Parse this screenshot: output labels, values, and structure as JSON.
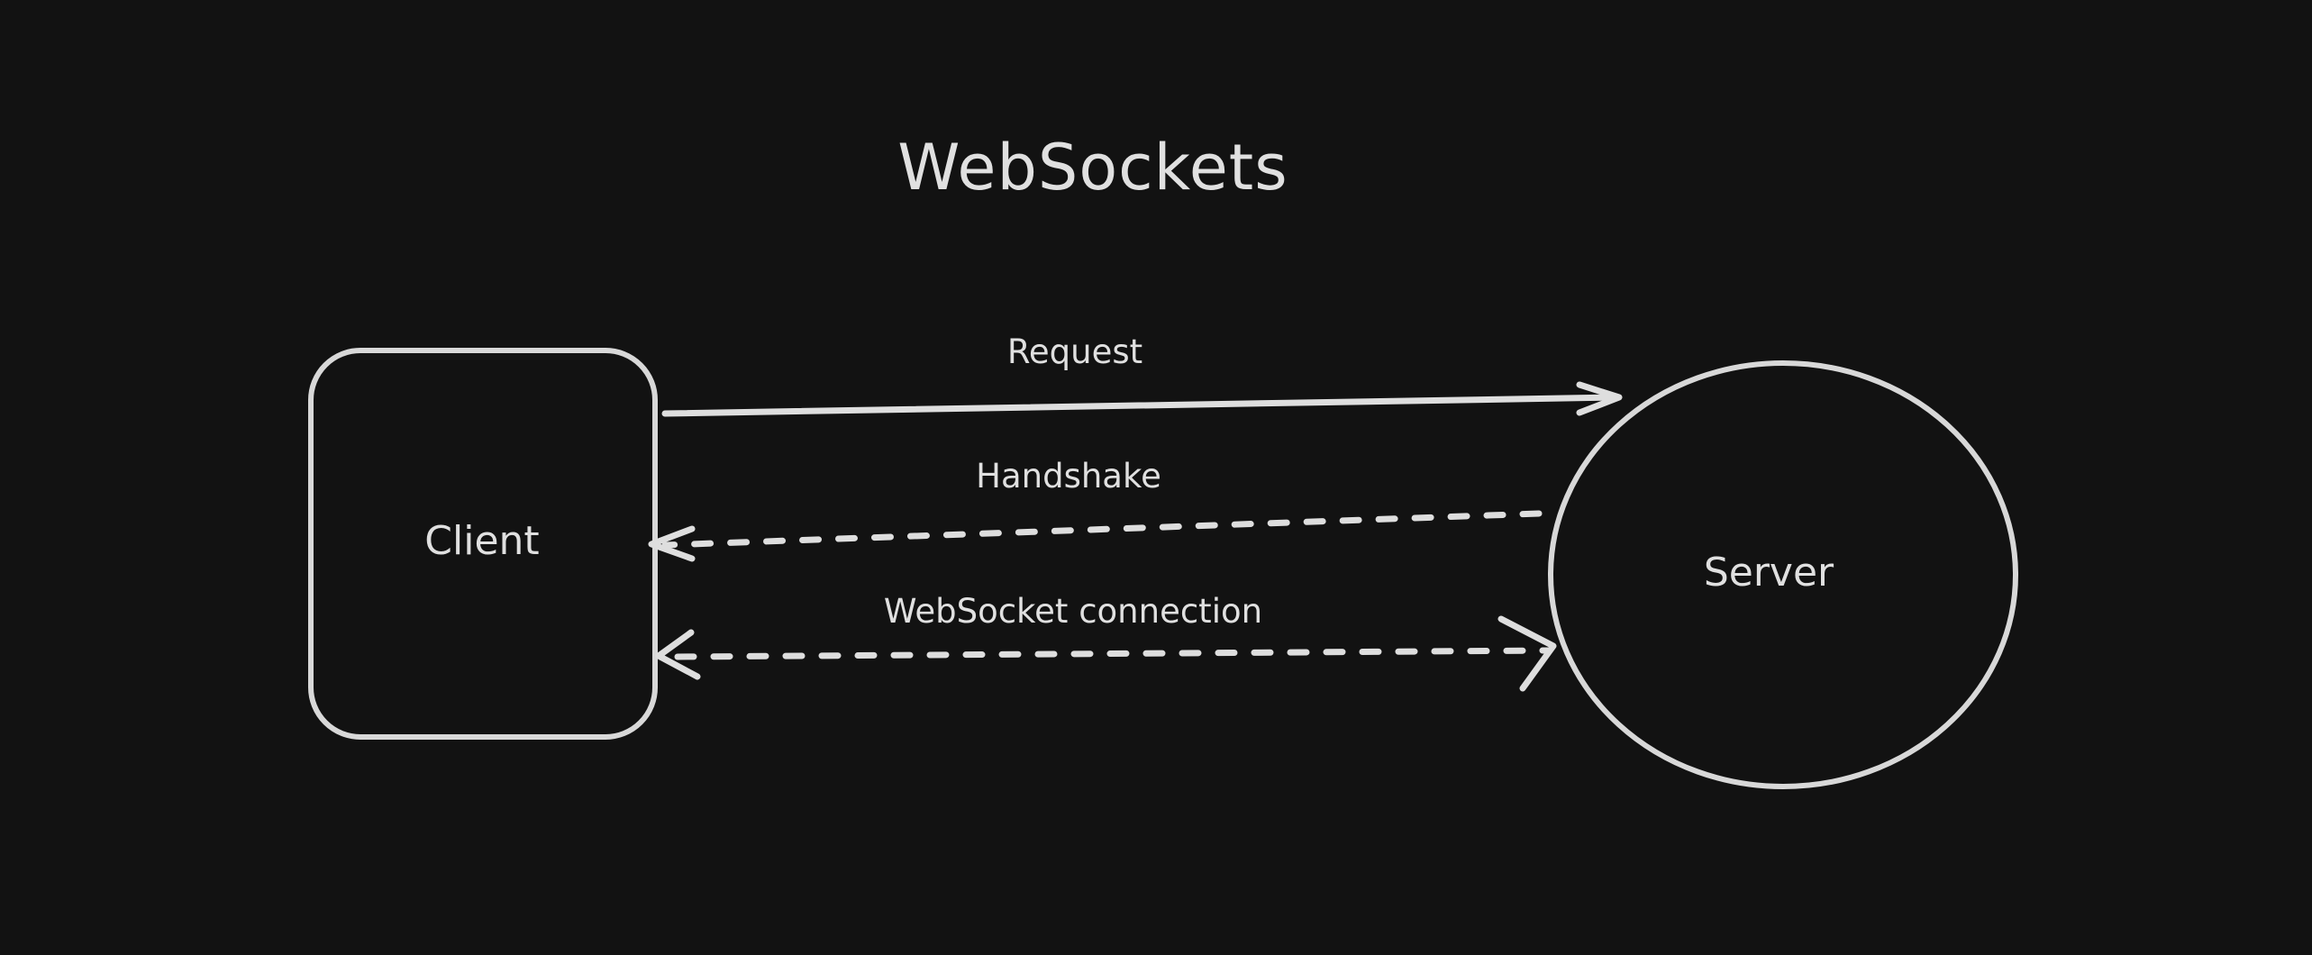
{
  "diagram": {
    "title": "WebSockets",
    "colors": {
      "background": "#121212",
      "stroke": "#d8d8d8",
      "text": "#e0e0e0"
    },
    "nodes": [
      {
        "id": "client",
        "label": "Client",
        "shape": "rounded-rectangle"
      },
      {
        "id": "server",
        "label": "Server",
        "shape": "ellipse"
      }
    ],
    "edges": [
      {
        "id": "request",
        "label": "Request",
        "from": "client",
        "to": "server",
        "style": "solid",
        "direction": "forward"
      },
      {
        "id": "handshake",
        "label": "Handshake",
        "from": "server",
        "to": "client",
        "style": "dashed",
        "direction": "forward"
      },
      {
        "id": "websocket-connection",
        "label": "WebSocket connection",
        "from": "client",
        "to": "server",
        "style": "dashed",
        "direction": "bidirectional"
      }
    ]
  }
}
